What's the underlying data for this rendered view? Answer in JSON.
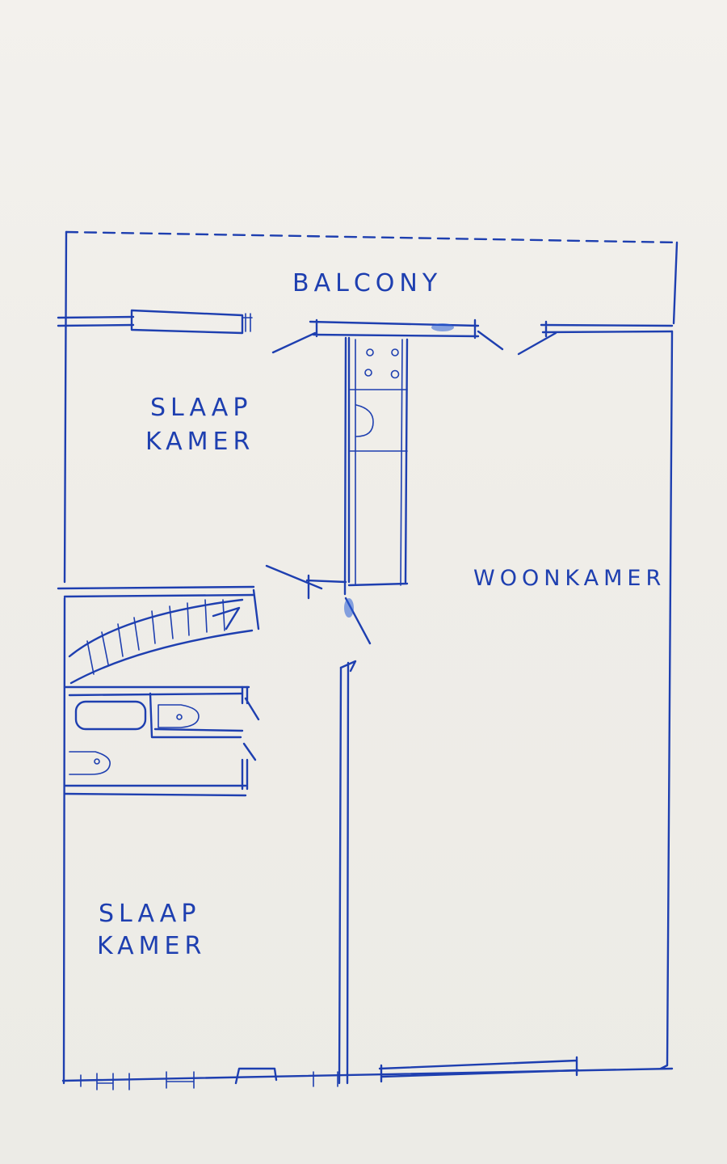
{
  "plan": {
    "balcony": "BALCONY",
    "bedroom_top": {
      "line1": "SLAAP",
      "line2": "KAMER"
    },
    "living_room": "WOONKAMER",
    "bedroom_bottom": {
      "line1": "SLAAP",
      "line2": "KAMER"
    }
  },
  "colors": {
    "ink": "#1e3fb0",
    "paper": "#efede8"
  }
}
